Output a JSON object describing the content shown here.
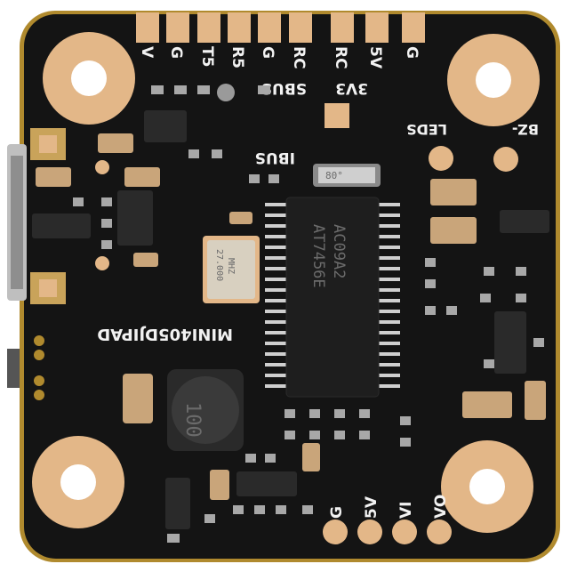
{
  "image": {
    "kind": "photo",
    "subject": "pcb-flight-controller",
    "colors": {
      "background": "#ffffff",
      "pcb": "#141414",
      "edge": "#b08a2e",
      "pad": "#e3b788",
      "silkscreen": "#f2f2f2",
      "chip": "#1e1e1e"
    }
  },
  "labels": {
    "top_pins": [
      "V",
      "G",
      "T5",
      "R5",
      "G",
      "RC",
      "RC",
      "5V",
      "G"
    ],
    "sbus": "SBUS",
    "v3": "3V3",
    "leds": "LEDS",
    "bz": "BZ-",
    "ibus": "IBUS",
    "model": "MINI405DJIPAD",
    "bottom_pins": [
      "G",
      "5V",
      "VI",
      "VO"
    ]
  },
  "components": {
    "main_chip": [
      "AT7456E",
      "AC09A2"
    ],
    "crystal": [
      "27.000",
      "MHZ"
    ],
    "inductor": "100",
    "osc": "80°"
  }
}
